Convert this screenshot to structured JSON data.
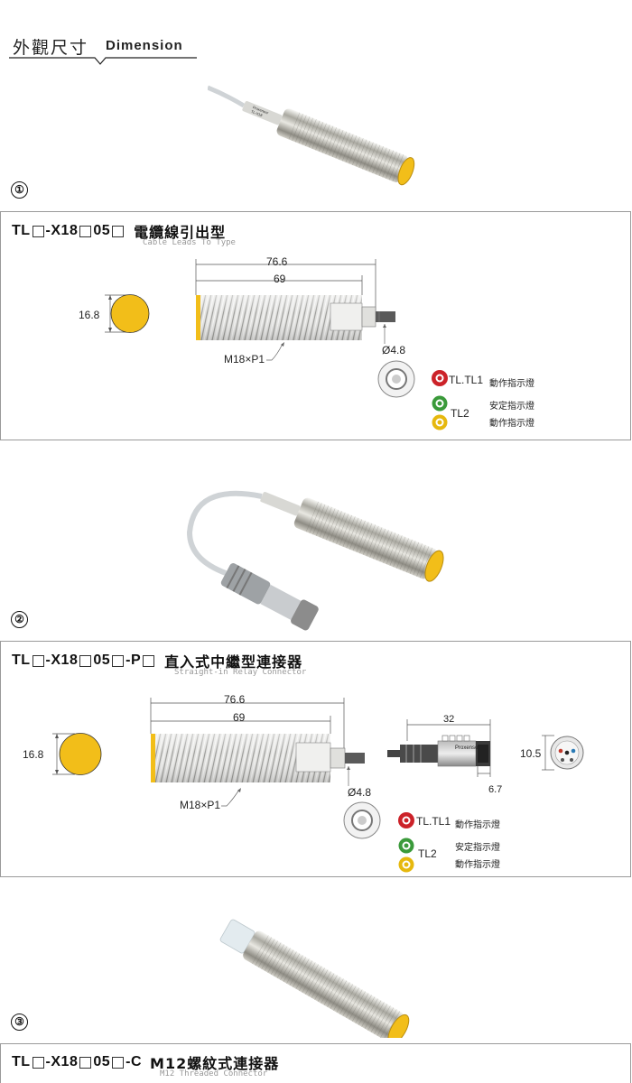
{
  "header": {
    "title_cn": "外觀尺寸",
    "title_en": "Dimension"
  },
  "sections": [
    {
      "number": "①",
      "model_parts": [
        "TL",
        "-X18",
        "05",
        ""
      ],
      "title_cn": "電纜線引出型",
      "title_en": "Cable Leads To Type",
      "dims": {
        "total": "76.6",
        "body": "69",
        "dia": "16.8",
        "thread": "M18×P1",
        "cable": "Ø4.8"
      },
      "legend": {
        "tl_tl1": "TL.TL1",
        "tl_tl1_desc": "動作指示燈",
        "tl2": "TL2",
        "stable": "安定指示燈",
        "action": "動作指示燈"
      },
      "cable_label_lines": [
        "Proxensor",
        "CE",
        "TL-X18"
      ]
    },
    {
      "number": "②",
      "model_parts": [
        "TL",
        "-X18",
        "05",
        "-P",
        ""
      ],
      "title_cn": "直入式中繼型連接器",
      "title_en": "Straight-in Relay Connector",
      "dims": {
        "total": "76.6",
        "body": "69",
        "dia": "16.8",
        "thread": "M18×P1",
        "cable": "Ø4.8",
        "conn_len": "32",
        "conn_tip": "6.7",
        "conn_dia": "10.5",
        "conn_brand": "Proxensor"
      },
      "legend": {
        "tl_tl1": "TL.TL1",
        "tl_tl1_desc": "動作指示燈",
        "tl2": "TL2",
        "stable": "安定指示燈",
        "action": "動作指示燈"
      }
    },
    {
      "number": "③",
      "model_parts": [
        "TL",
        "-X18",
        "05",
        "-C"
      ],
      "title_cn": "M12螺紋式連接器",
      "title_en": "M12 Threaded Connector"
    }
  ],
  "colors": {
    "yellow": "#f2be19",
    "red": "#cc2229",
    "green": "#3a9a3a",
    "border": "#9a9a9a"
  }
}
